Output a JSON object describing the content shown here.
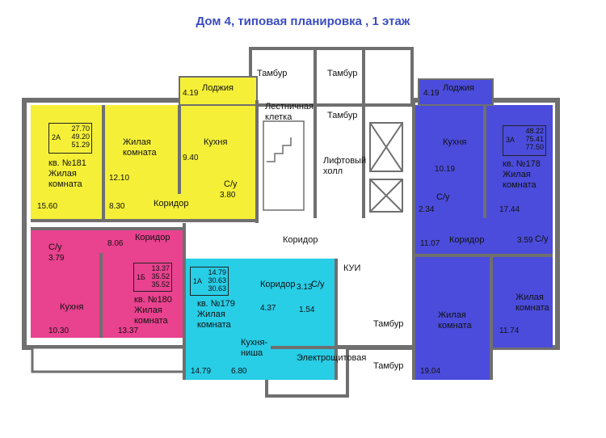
{
  "title": "Дом 4, типовая планировка , 1 этаж",
  "colors": {
    "yellow": "#f5f037",
    "pink": "#e9428f",
    "cyan": "#28cde6",
    "blue": "#4b4cdb",
    "wall": "#6f6f6f",
    "corridor": "#ffffff"
  },
  "labels": {
    "tambur1": "Тамбур",
    "tambur2": "Тамбур",
    "tambur3": "Тамбур",
    "tambur4": "Тамбур",
    "tambur5": "Тамбур",
    "stair": "Лестничная клетка",
    "lift_hall": "Лифтовый холл",
    "corridor_main": "Коридор",
    "kui": "КУИ",
    "electro": "Электрощитовая",
    "loggia_left": "Лоджия",
    "loggia_right": "Лоджия"
  },
  "apt181": {
    "label": "кв. №181",
    "room_type": "Жилая комната",
    "kitchen": "Кухня",
    "living2": "Жилая комната",
    "corridor": "Коридор",
    "bath": "С/у",
    "box_type": "2А",
    "box_vals": [
      "27.70",
      "49.20",
      "51.29"
    ],
    "areas": {
      "loggia": "4.19",
      "kitchen": "9.40",
      "living2": "12.10",
      "bath": "3.80",
      "living": "15.60",
      "corridor": "8.30"
    }
  },
  "apt180": {
    "label": "кв. №180",
    "room_type": "Жилая комната",
    "kitchen": "Кухня",
    "corridor": "Коридор",
    "bath": "С/у",
    "box_type": "1Б",
    "box_vals": [
      "13.37",
      "35.52",
      "35.52"
    ],
    "areas": {
      "corridor": "8.06",
      "bath": "3.79",
      "kitchen": "10.30",
      "living": "13.37"
    }
  },
  "apt179": {
    "label": "кв. №179",
    "room_type": "Жилая комната",
    "corridor": "Коридор",
    "bath": "С/у",
    "kitchen_niche": "Кухня-ниша",
    "box_type": "1А",
    "box_vals": [
      "14.79",
      "30.63",
      "30.63"
    ],
    "areas": {
      "bath": "3.13",
      "corridor": "4.37",
      "c2": "1.54",
      "living": "14.79",
      "niche": "6.80"
    }
  },
  "apt178": {
    "label": "кв. №178",
    "room_type": "Жилая комната",
    "kitchen": "Кухня",
    "corridor": "Коридор",
    "bath": "С/у",
    "living2": "Жилая комната",
    "living3": "Жилая комната",
    "box_type": "3А",
    "box_vals": [
      "48.22",
      "75.41",
      "77.50"
    ],
    "areas": {
      "loggia": "4.19",
      "kitchen": "10.19",
      "bath": "2.34",
      "living": "17.44",
      "corridor": "11.07",
      "bath2": "3.59",
      "living2": "19.04",
      "living3": "11.74"
    }
  }
}
